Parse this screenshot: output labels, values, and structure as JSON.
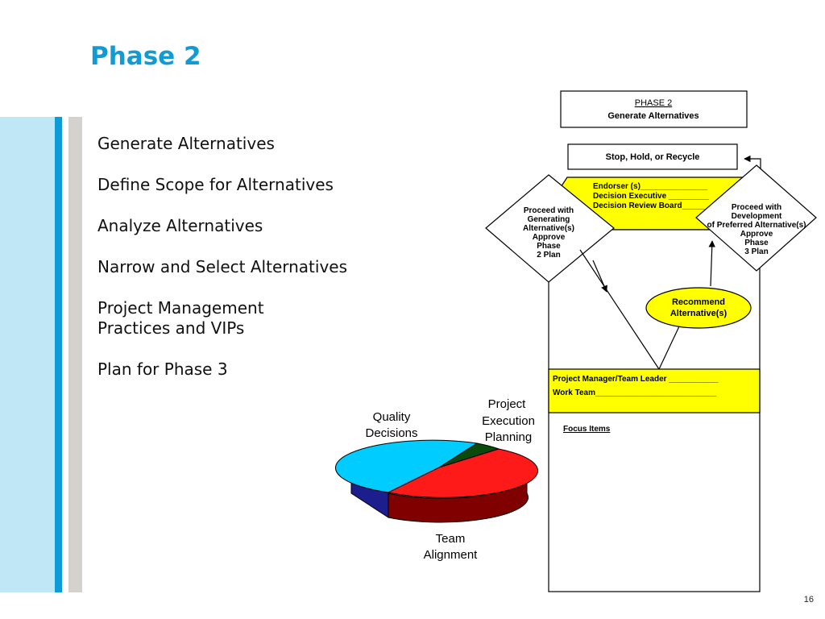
{
  "slide": {
    "title": "Phase 2",
    "page_number": "16"
  },
  "bullets": [
    "Generate Alternatives",
    "Define Scope for Alternatives",
    "Analyze Alternatives",
    "Narrow and Select Alternatives",
    "Project Management\nPractices and VIPs",
    "Plan for Phase 3"
  ],
  "flow": {
    "phase_header": "PHASE 2",
    "phase_subtitle": "Generate Alternatives",
    "stop_box": "Stop, Hold, or Recycle",
    "roles": {
      "endorser": "Endorser (s)_______________",
      "decision_executive": "Decision Executive _________",
      "decision_review_board": "Decision Review Board_____"
    },
    "left_diamond": [
      "Proceed with",
      "Generating",
      "Alternative(s)",
      "Approve",
      "Phase",
      "2 Plan"
    ],
    "right_diamond": [
      "Proceed with",
      "Development",
      "of Preferred Alternative(s)",
      "Approve",
      "Phase",
      "3 Plan"
    ],
    "recommend": [
      "Recommend",
      "Alternative(s)"
    ],
    "team": {
      "project_manager": "Project Manager/Team Leader ___________",
      "work_team": "Work Team___________________________"
    },
    "focus_items": "Focus Items",
    "colors": {
      "highlight": "#ffff00",
      "stroke": "#000000"
    }
  },
  "pie": {
    "labels": {
      "quality": [
        "Quality",
        "Decisions"
      ],
      "project": [
        "Project",
        "Execution",
        "Planning"
      ],
      "team": [
        "Team",
        "Alignment"
      ]
    },
    "colors": {
      "quality_top": "#00ccff",
      "quality_side": "#1b1e8c",
      "team_top": "#ff1a1a",
      "team_side": "#800000",
      "project_top": "#0a4a0a"
    }
  }
}
